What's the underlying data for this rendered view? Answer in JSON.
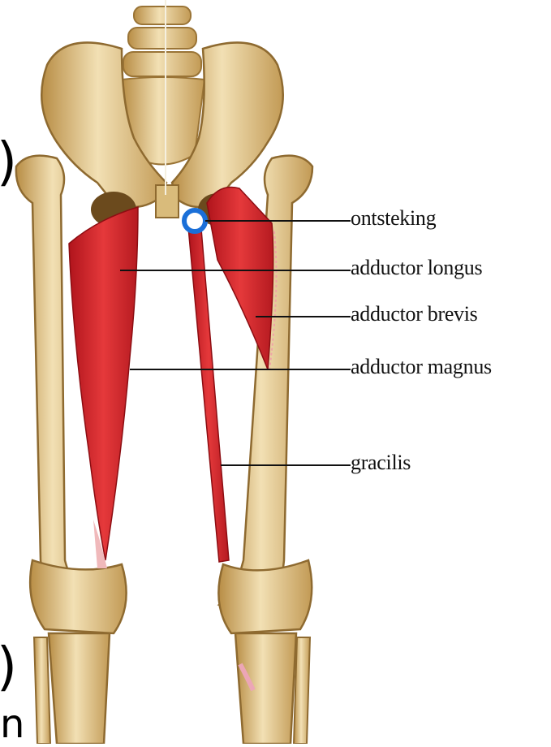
{
  "labels": {
    "l1": "ontsteking",
    "l2": "adductor longus",
    "l3": "adductor brevis",
    "l4": "adductor magnus",
    "l5": "gracilis"
  },
  "edge_text": {
    "paren_top": ")",
    "paren_bottom": ")",
    "letter_bottom": "n"
  },
  "colors": {
    "bone": "#e3c98f",
    "bone_shadow": "#a8813f",
    "muscle": "#d8262b",
    "marker": "#1a6fd8"
  }
}
